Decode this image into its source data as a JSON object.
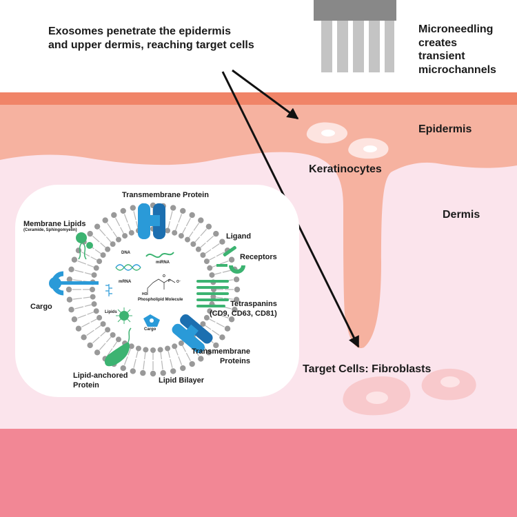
{
  "headline": {
    "line1": "Exosomes penetrate the epidermis",
    "line2": "and upper dermis, reaching target cells"
  },
  "microneedling_label": "Microneedling\ncreates\ntransient\nmicrochannels",
  "skin_layers": {
    "epidermis": "Epidermis",
    "dermis": "Dermis",
    "keratinocytes": "Keratinocytes",
    "target_cells": "Target Cells: Fibroblasts"
  },
  "exosome": {
    "transmembrane_protein": "Transmembrane Protein",
    "membrane_lipids": "Membrane Lipids",
    "membrane_lipids_detail": "(Ceramide, Sphingomyelin)",
    "ligand": "Ligand",
    "receptors": "Receptors",
    "dna": "DNA",
    "mirna": "miRNA",
    "mrna": "mRNA",
    "phospholipid_molecule": "Phospholipid Molecule",
    "cargo_outer": "Cargo",
    "tetraspanins": "Tetraspanins\n(CD9, CD63, CD81)",
    "lipids": "Lipids",
    "cargo_inner": "Cargo",
    "transmembrane_proteins": "Transmembrane\nProteins",
    "lipid_anchored_protein": "Lipid-anchored\nProtein",
    "lipid_bilayer": "Lipid Bilayer"
  },
  "molecule_labels": {
    "oxygen": "O",
    "phosphorus": "P",
    "oxygen_anion": "O⁻",
    "hydroxyl": "HO"
  },
  "colors": {
    "epidermis_top": "#f08468",
    "epidermis": "#f6b2a0",
    "dermis": "#fbe4ec",
    "subcutis": "#f28795",
    "needle_head": "#888888",
    "needle": "#c4c4c4",
    "cell": "#fde4e0",
    "cell_nucleus": "#ffffff",
    "fibroblast": "#f8c9cc",
    "fibroblast_nucleus": "#fde4e6",
    "lipid_head": "#999999",
    "protein_blue": "#2a9ad8",
    "protein_blue_dark": "#1c6fb0",
    "protein_green": "#3cb371",
    "arrow": "#111111"
  },
  "icons": [
    "microneedle-icon",
    "arrow-icon",
    "protein-icon",
    "receptor-icon",
    "dna-icon",
    "phospholipid-molecule-icon"
  ]
}
